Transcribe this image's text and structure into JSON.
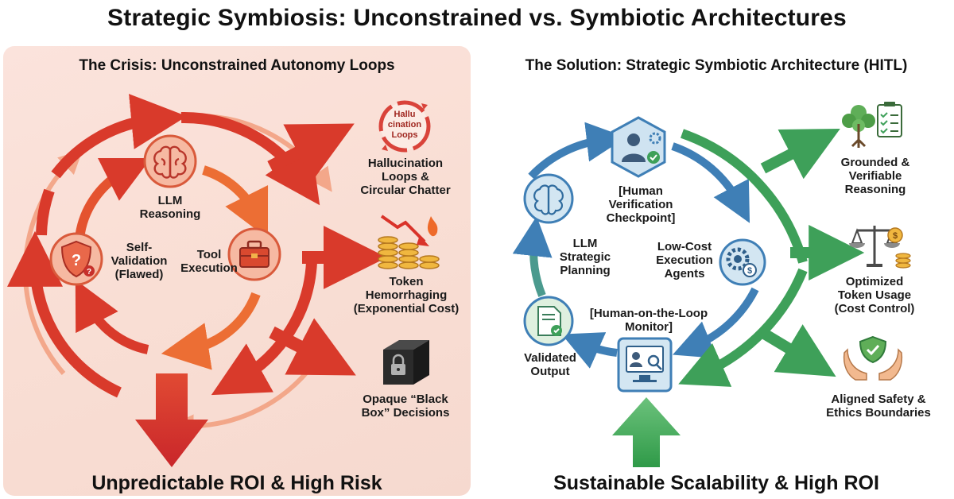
{
  "title": "Strategic Symbiosis: Unconstrained vs. Symbiotic Architectures",
  "left_panel": {
    "title": "The Crisis: Unconstrained Autonomy Loops",
    "nodes": {
      "llm": "LLM\nReasoning",
      "self_validation": "Self-\nValidation\n(Flawed)",
      "tool": "Tool\nExecution"
    },
    "outcomes": {
      "hallucination_icon_text": "Hallu\ncination\nLoops",
      "hallucination": "Hallucination\nLoops &\nCircular Chatter",
      "token": "Token\nHemorrhaging\n(Exponential Cost)",
      "blackbox": "Opaque “Black\nBox” Decisions"
    },
    "footer": "Unpredictable ROI & High Risk"
  },
  "right_panel": {
    "title": "The Solution: Strategic Symbiotic Architecture (HITL)",
    "nodes": {
      "human_verification": "[Human\nVerification\nCheckpoint]",
      "llm_planning": "LLM\nStrategic\nPlanning",
      "agents": "Low-Cost\nExecution\nAgents",
      "monitor": "[Human-on-the-Loop\nMonitor]",
      "validated": "Validated\nOutput"
    },
    "outcomes": {
      "grounded": "Grounded &\nVerifiable\nReasoning",
      "optimized": "Optimized\nToken Usage\n(Cost Control)",
      "aligned": "Aligned Safety &\nEthics Boundaries"
    },
    "footer": "Sustainable Scalability & High ROI"
  },
  "colors": {
    "red": "#d93a2b",
    "orange": "#ee7a3c",
    "blue": "#3f7fb6",
    "green": "#3ea059"
  }
}
